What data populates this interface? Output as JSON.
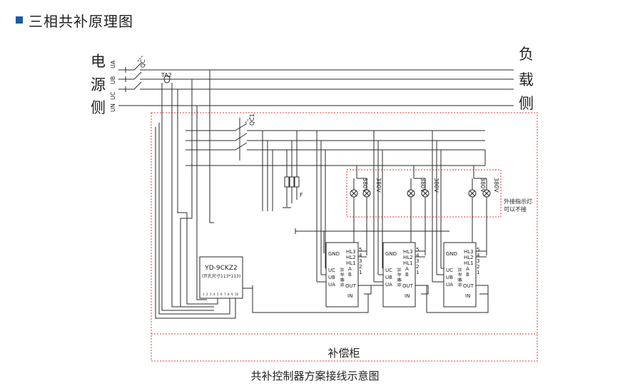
{
  "header": {
    "title": "三相共补原理图"
  },
  "diagram": {
    "source_label_chars": [
      "电",
      "源",
      "侧"
    ],
    "load_label_chars": [
      "负",
      "载",
      "侧"
    ],
    "phase_labels": [
      "UA",
      "UB",
      "UC",
      "UN"
    ],
    "breaker_main": "QC",
    "current_transformer": "TA2",
    "breaker_branch": "QC1",
    "fuse": "F",
    "lamp_voltage": "380V",
    "indicator_note_lines": [
      "外接指示灯",
      "可以不接"
    ],
    "controller": {
      "model": "YD-9CKZ2",
      "cutout": "(开孔尺寸113*113)",
      "terminal_numbers": [
        "1",
        "2",
        "3",
        "4",
        "5",
        "6",
        "7",
        "8",
        "9",
        "10"
      ]
    },
    "module": {
      "name_chars": [
        "共",
        "补",
        "模",
        "块"
      ],
      "left_pins": [
        "GND",
        "UC",
        "UB",
        "UA"
      ],
      "right_pins": [
        "HL3",
        "HL2",
        "HL1",
        "A",
        "B",
        "OUT",
        "IN"
      ],
      "right_numbers": [
        "5",
        "4",
        "3",
        "2",
        "1"
      ]
    },
    "cabinet_label": "补偿柜",
    "caption": "共补控制器方案接线示意图"
  },
  "colors": {
    "line": "#2a2a2a",
    "dashed_border": "#e03a3a",
    "accent": "#1a5aa8"
  }
}
